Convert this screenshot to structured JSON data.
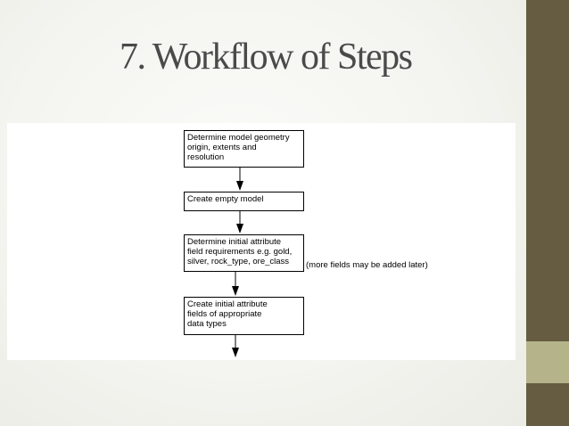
{
  "slide": {
    "title": "7. Workflow of Steps",
    "colors": {
      "background": "#f4f4f0",
      "side_bar": "#655c42",
      "side_accent": "#b5b38a"
    }
  },
  "workflow": {
    "steps": [
      "Determine model geometry\norigin, extents and\nresolution",
      "Create empty model",
      "Determine initial attribute\nfield requirements e.g. gold,\nsilver, rock_type, ore_class",
      "Create initial attribute\nfields of appropriate\ndata types"
    ],
    "note": "(more fields may be added later)"
  }
}
